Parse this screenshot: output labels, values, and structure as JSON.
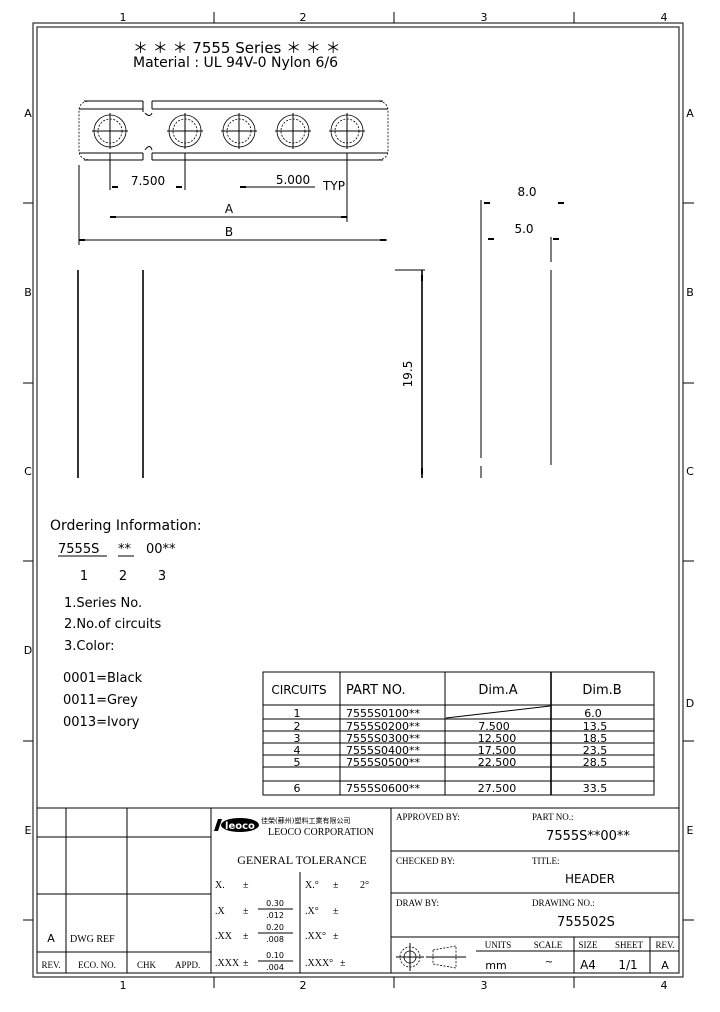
{
  "frame": {
    "col_labels": [
      "1",
      "2",
      "3",
      "4"
    ],
    "row_labels": [
      "A",
      "B",
      "C",
      "D",
      "E"
    ]
  },
  "header": {
    "series_line": "＊ ＊ ＊ 7555 Series ＊ ＊ ＊",
    "material_line": "Material : UL 94V-0 Nylon 6/6"
  },
  "dimensions": {
    "pitch_first": "7.500",
    "pitch": "5.000",
    "pitch_suffix": "TYP",
    "dim_a": "A",
    "dim_b": "B",
    "width_outer": "8.0",
    "width_inner": "5.0",
    "height": "19.5"
  },
  "ordering": {
    "title": "Ordering Information:",
    "code_part1": "7555S",
    "code_part2": "**",
    "code_part3": "00**",
    "index1": "1",
    "index2": "2",
    "index3": "3",
    "legend": [
      "1.Series No.",
      "2.No.of circuits",
      "3.Color:"
    ],
    "colors": [
      "0001=Black",
      "0011=Grey",
      "0013=Ivory"
    ]
  },
  "table": {
    "headers": [
      "CIRCUITS",
      "PART NO.",
      "Dim.A",
      "Dim.B"
    ],
    "rows": [
      [
        "1",
        "7555S0100**",
        "",
        "6.0"
      ],
      [
        "2",
        "7555S0200**",
        "7.500",
        "13.5"
      ],
      [
        "3",
        "7555S0300**",
        "12.500",
        "18.5"
      ],
      [
        "4",
        "7555S0400**",
        "17.500",
        "23.5"
      ],
      [
        "5",
        "7555S0500**",
        "22.500",
        "28.5"
      ],
      [
        "6",
        "7555S0600**",
        "27.500",
        "33.5"
      ]
    ]
  },
  "title_block": {
    "rev_symbol": "A",
    "dwg_ref": "DWG REF",
    "rev_header": "REV.",
    "eco_header": "ECO. NO.",
    "chk_header": "CHK",
    "appd_header": "APPD.",
    "logo_text": "leoco",
    "company_cn": "佳榮(蘇州)塑料工業有限公司",
    "company_en": "LEOCO CORPORATION",
    "tolerance_title": "GENERAL TOLERANCE",
    "tol": {
      "x_label": "X.",
      "x_sign": "±",
      "dx_label": ".X",
      "dx_sign": "±",
      "dx_top": "0.30",
      "dx_bot": ".012",
      "dxx_label": ".XX",
      "dxx_sign": "±",
      "dxx_top": "0.20",
      "dxx_bot": ".008",
      "dxxx_label": ".XXX",
      "dxxx_sign": "±",
      "dxxx_top": "0.10",
      "dxxx_bot": ".004",
      "ang_x_label": "X.°",
      "ang_x_sign": "±",
      "ang_x_val": "2°",
      "ang_dx_label": ".X°",
      "ang_dx_sign": "±",
      "ang_dxx_label": ".XX°",
      "ang_dxx_sign": "±",
      "ang_dxxx_label": ".XXX°",
      "ang_dxxx_sign": "±"
    },
    "approved_by_label": "APPROVED BY:",
    "part_no_label": "PART NO.:",
    "part_no_value": "7555S**00**",
    "checked_by_label": "CHECKED BY:",
    "title_label": "TITLE:",
    "title_value": "HEADER",
    "draw_by_label": "DRAW BY:",
    "drawing_no_label": "DRAWING NO.:",
    "drawing_no_value": "755502S",
    "units_label": "UNITS",
    "units_value": "mm",
    "scale_label": "SCALE",
    "scale_value": "~",
    "size_label": "SIZE",
    "size_value": "A4",
    "sheet_label": "SHEET",
    "sheet_value": "1/1",
    "rev_label": "REV.",
    "rev_value": "A"
  }
}
